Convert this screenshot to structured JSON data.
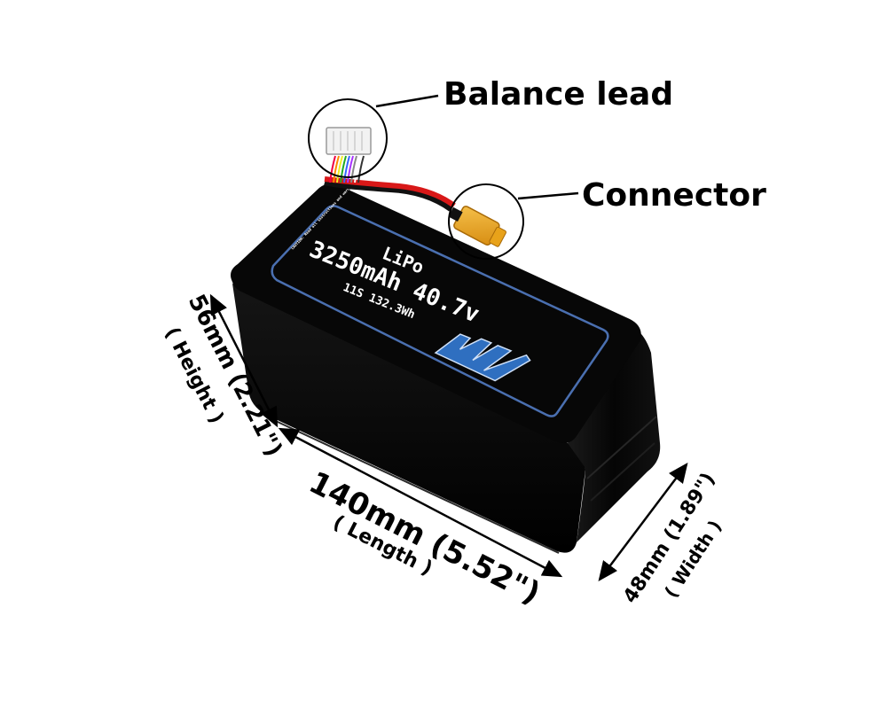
{
  "callouts": {
    "balance_lead": "Balance lead",
    "connector": "Connector"
  },
  "battery_label": {
    "chemistry": "LiPo",
    "capacity_voltage": "3250mAh 40.7v",
    "config_energy": "11S 132.3Wh",
    "fine_print": "CAUTION: Read all instructions and warnings before use. Never charge unattended. Charge in a fire-safe container. Do not puncture, crush or short circuit. Keep away from children."
  },
  "dimensions": {
    "height_value": "56mm (2.21\")",
    "height_caption": "( Height )",
    "length_value": "140mm (5.52\")",
    "length_caption": "( Length )",
    "width_value": "48mm (1.89\")",
    "width_caption": "( Width )"
  },
  "colors": {
    "battery_body": "#0b0b0b",
    "label_border": "#4a6fb0",
    "logo_blue": "#2f6fc0",
    "wire_red": "#d81818",
    "connector_yellow": "#e8a21a"
  },
  "icons": {
    "logo": "mg-logo-icon"
  }
}
